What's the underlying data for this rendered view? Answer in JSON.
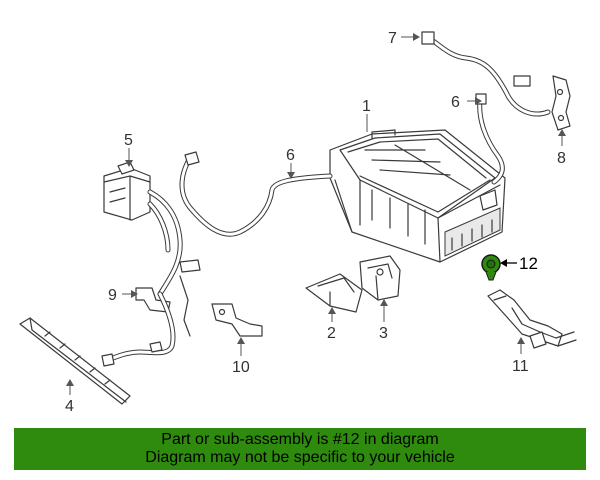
{
  "callouts": {
    "c1": "1",
    "c2": "2",
    "c3": "3",
    "c4": "4",
    "c5": "5",
    "c6a": "6",
    "c6b": "6",
    "c7": "7",
    "c8": "8",
    "c9": "9",
    "c10": "10",
    "c11": "11",
    "c12": "12"
  },
  "highlighted_part": "12",
  "colors": {
    "banner": "#2e8b0e",
    "highlight": "#2e8b0e"
  },
  "notice": {
    "line1": "Part or sub-assembly is #12 in diagram",
    "line2": "Diagram may not be specific to your vehicle"
  }
}
